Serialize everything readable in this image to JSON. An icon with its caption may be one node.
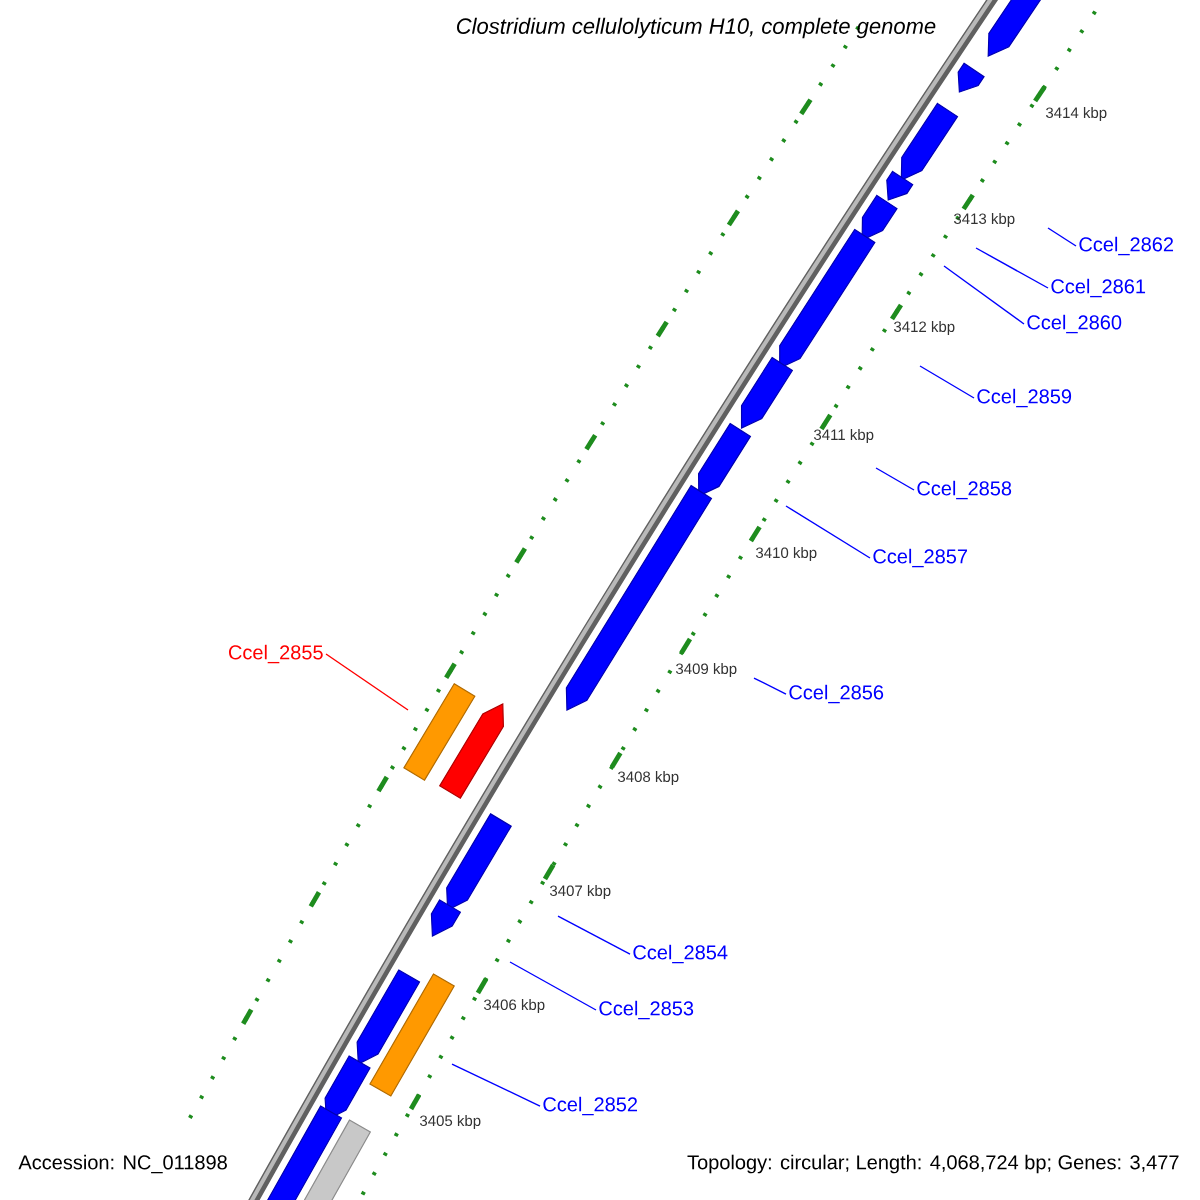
{
  "diagram": {
    "title": "Clostridium cellulolyticum H10, complete genome",
    "nodes": [
      {
        "text": [
          "Ccel_2862"
        ]
      },
      {
        "text": [
          "Ccel_2861"
        ]
      },
      {
        "text": [
          "Ccel_2860"
        ]
      },
      {
        "text": [
          "Ccel_2859"
        ]
      },
      {
        "text": [
          "Ccel_2858"
        ]
      },
      {
        "text": [
          "Ccel_2857"
        ]
      },
      {
        "text": [
          "Ccel_2855"
        ]
      },
      {
        "text": [
          "Ccel_2856"
        ]
      },
      {
        "text": [
          "Ccel_2854"
        ]
      },
      {
        "text": [
          "Ccel_2853"
        ]
      },
      {
        "text": [
          "Ccel_2852"
        ]
      }
    ],
    "edges": [
      {
        "from": 0,
        "to": null,
        "arrow": "none"
      },
      {
        "from": 1,
        "to": null,
        "arrow": "none"
      },
      {
        "from": 2,
        "to": null,
        "arrow": "none"
      },
      {
        "from": 3,
        "to": null,
        "arrow": "none"
      },
      {
        "from": 4,
        "to": null,
        "arrow": "none"
      },
      {
        "from": 5,
        "to": null,
        "arrow": "none"
      },
      {
        "from": 6,
        "to": null,
        "arrow": "none",
        "color": "#ff0000"
      },
      {
        "from": 7,
        "to": null,
        "arrow": "none"
      },
      {
        "from": 8,
        "to": null,
        "arrow": "none"
      },
      {
        "from": 9,
        "to": null,
        "arrow": "none"
      },
      {
        "from": 10,
        "to": null,
        "arrow": "none"
      }
    ],
    "labels": [
      "3414 kbp",
      "3413 kbp",
      "3412 kbp",
      "3411 kbp",
      "3410 kbp",
      "3409 kbp",
      "3408 kbp",
      "3407 kbp",
      "3406 kbp",
      "3405 kbp",
      "Accession: NC_011898",
      "Topology: circular; Length: 4,068,724 bp; Genes: 3,477"
    ]
  }
}
